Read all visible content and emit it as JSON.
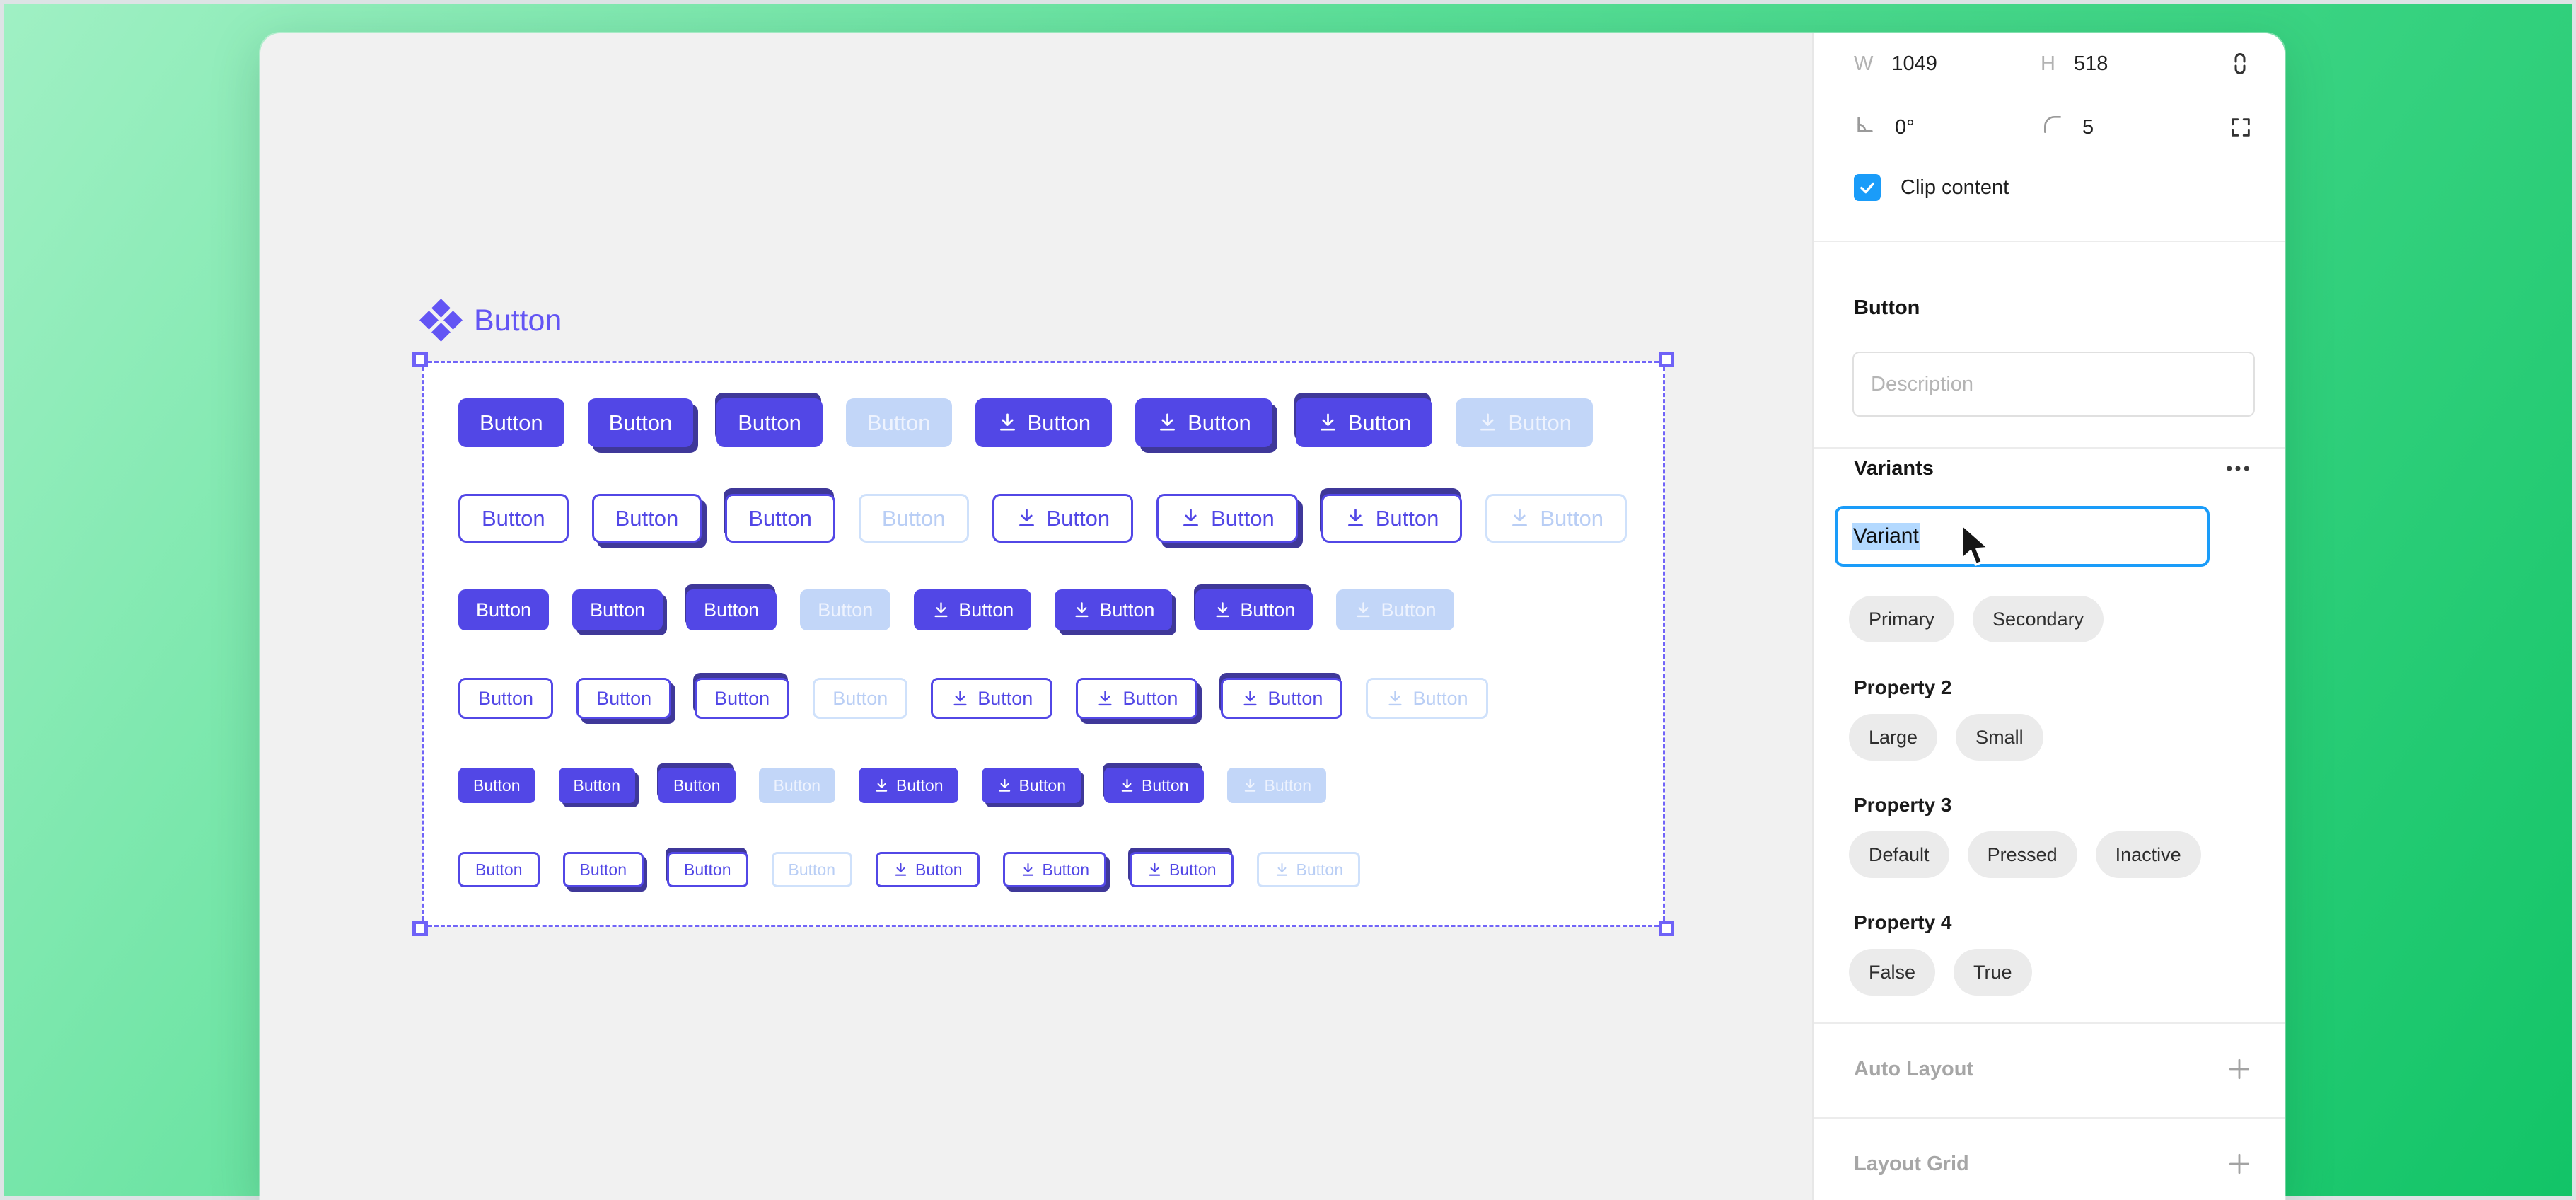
{
  "inspector": {
    "dims": {
      "w_label": "W",
      "w_value": "1049",
      "h_label": "H",
      "h_value": "518",
      "rotation_value": "0°",
      "radius_value": "5",
      "clip_label": "Clip content",
      "clip_checked": true
    },
    "component": {
      "title": "Button",
      "description_placeholder": "Description"
    },
    "variants": {
      "heading": "Variants",
      "selected_property_name": "Variant",
      "groups": [
        {
          "name": "",
          "options": [
            "Primary",
            "Secondary"
          ]
        },
        {
          "name": "Property 2",
          "options": [
            "Large",
            "Small"
          ]
        },
        {
          "name": "Property 3",
          "options": [
            "Default",
            "Pressed",
            "Inactive"
          ]
        },
        {
          "name": "Property 4",
          "options": [
            "False",
            "True"
          ]
        }
      ]
    },
    "auto_layout_label": "Auto Layout",
    "layout_grid_label": "Layout Grid"
  },
  "canvas": {
    "component_title": "Button",
    "grid": {
      "button_label": "Button",
      "states": [
        "default",
        "hover",
        "pressed",
        "inactive"
      ],
      "rows": [
        {
          "size": "large",
          "variant": "primary"
        },
        {
          "size": "large",
          "variant": "secondary"
        },
        {
          "size": "medium",
          "variant": "primary"
        },
        {
          "size": "medium",
          "variant": "secondary"
        },
        {
          "size": "small",
          "variant": "primary"
        },
        {
          "size": "small",
          "variant": "secondary"
        }
      ]
    }
  },
  "colors": {
    "accent_purple": "#5247e6",
    "shadow_purple": "#3f3899",
    "inactive_blue": "#c2d6f8",
    "figma_blue": "#1a9cf9",
    "title_purple": "#6355f4",
    "background_green_from": "#a0f0c4",
    "background_green_to": "#12c467"
  }
}
